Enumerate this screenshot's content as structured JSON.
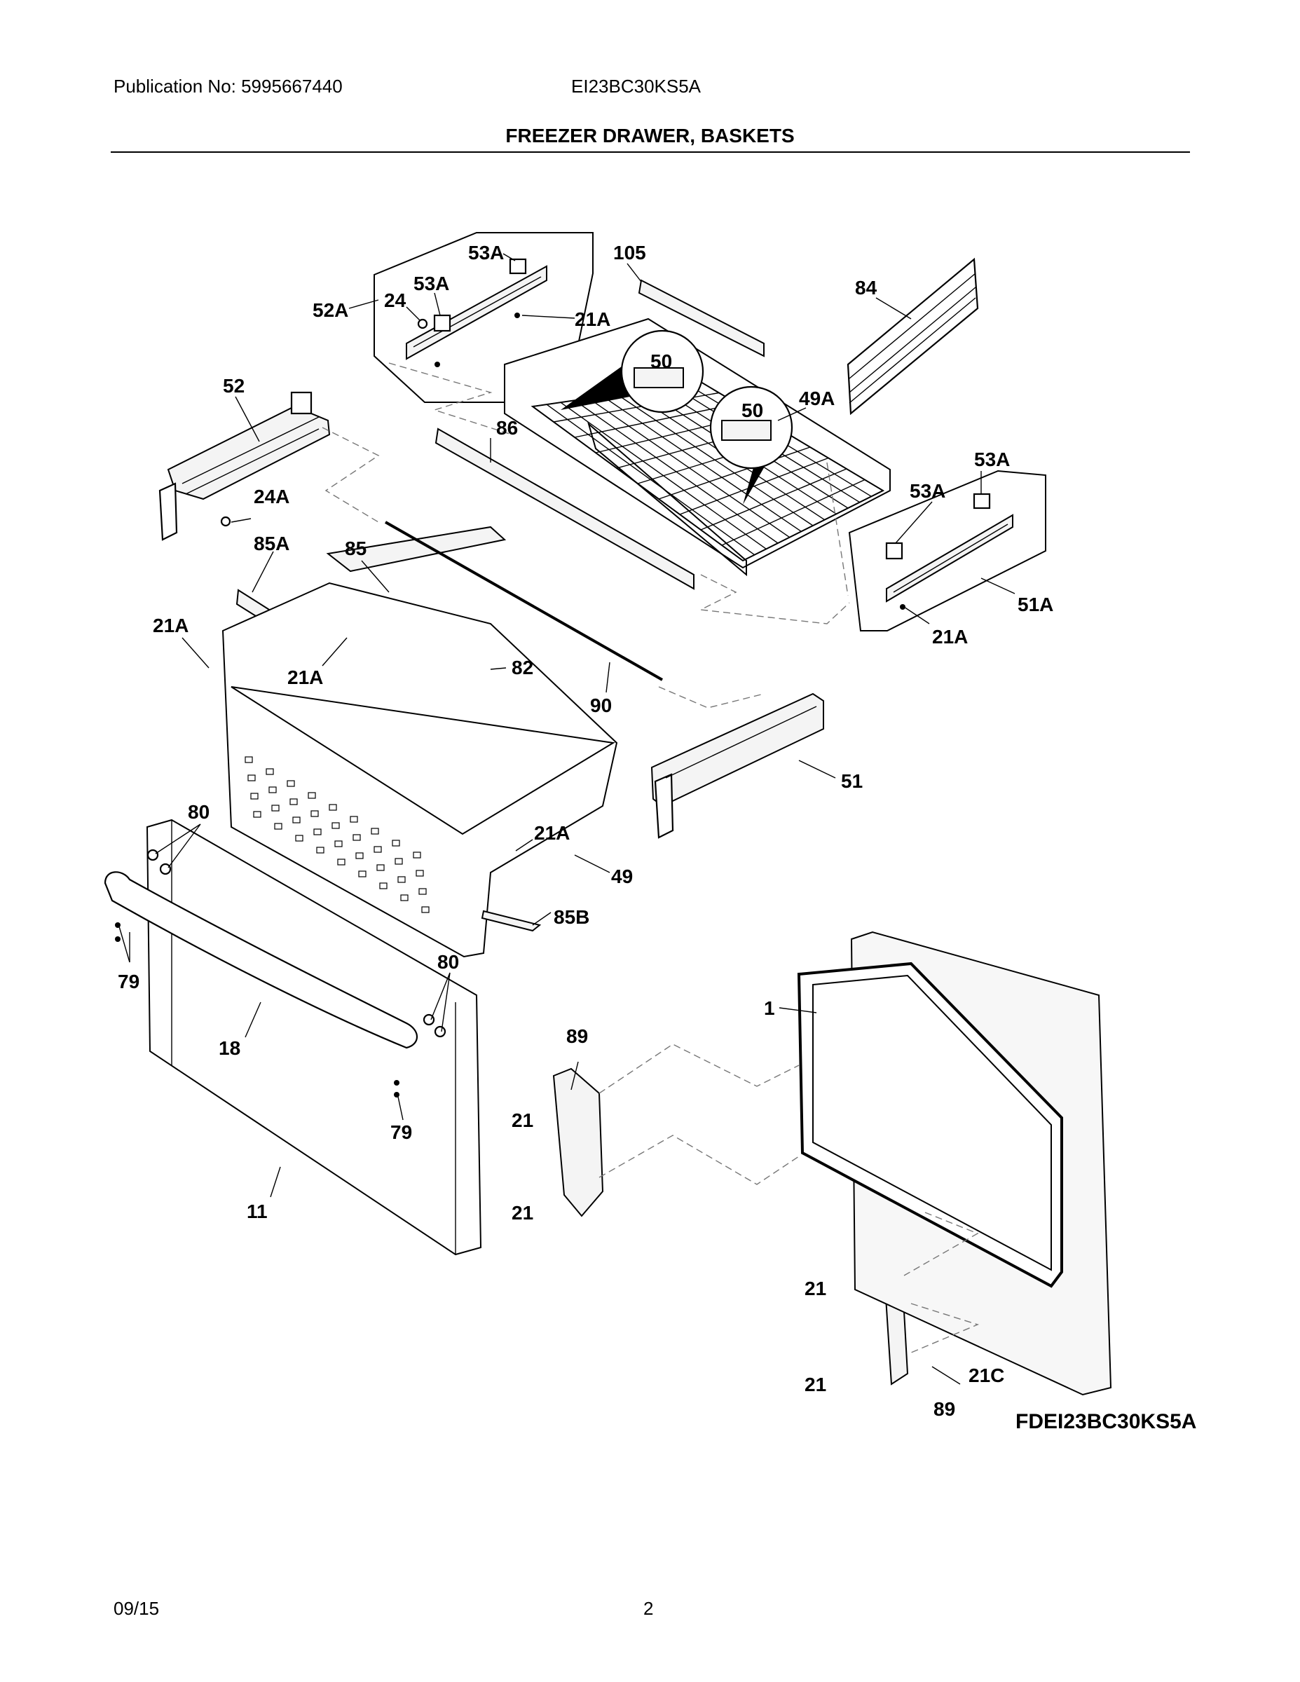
{
  "header": {
    "publication": "Publication No: 5995667440",
    "model": "EI23BC30KS5A",
    "title": "FREEZER DRAWER, BASKETS"
  },
  "callouts": {
    "c53a_top": "53A",
    "c105": "105",
    "c84": "84",
    "c52a": "52A",
    "c24": "24",
    "c53a_mid": "53A",
    "c21a_top": "21A",
    "c50_a": "50",
    "c52": "52",
    "c50_b": "50",
    "c49a": "49A",
    "c86": "86",
    "c53a_r1": "53A",
    "c53a_r2": "53A",
    "c24a": "24A",
    "c85a": "85A",
    "c85": "85",
    "c51a": "51A",
    "c21a_r": "21A",
    "c21a_l": "21A",
    "c21a_l2": "21A",
    "c82": "82",
    "c90": "90",
    "c51": "51",
    "c80_a": "80",
    "c21a_b": "21A",
    "c49": "49",
    "c85b": "85B",
    "c79_a": "79",
    "c80_b": "80",
    "c1": "1",
    "c18": "18",
    "c89_a": "89",
    "c21_a": "21",
    "c79_b": "79",
    "c11": "11",
    "c21_b": "21",
    "c21_c": "21",
    "c21c": "21C",
    "c21_d": "21",
    "c89_b": "89"
  },
  "drawing_id": "FDEI23BC30KS5A",
  "footer": {
    "date": "09/15",
    "page": "2"
  }
}
